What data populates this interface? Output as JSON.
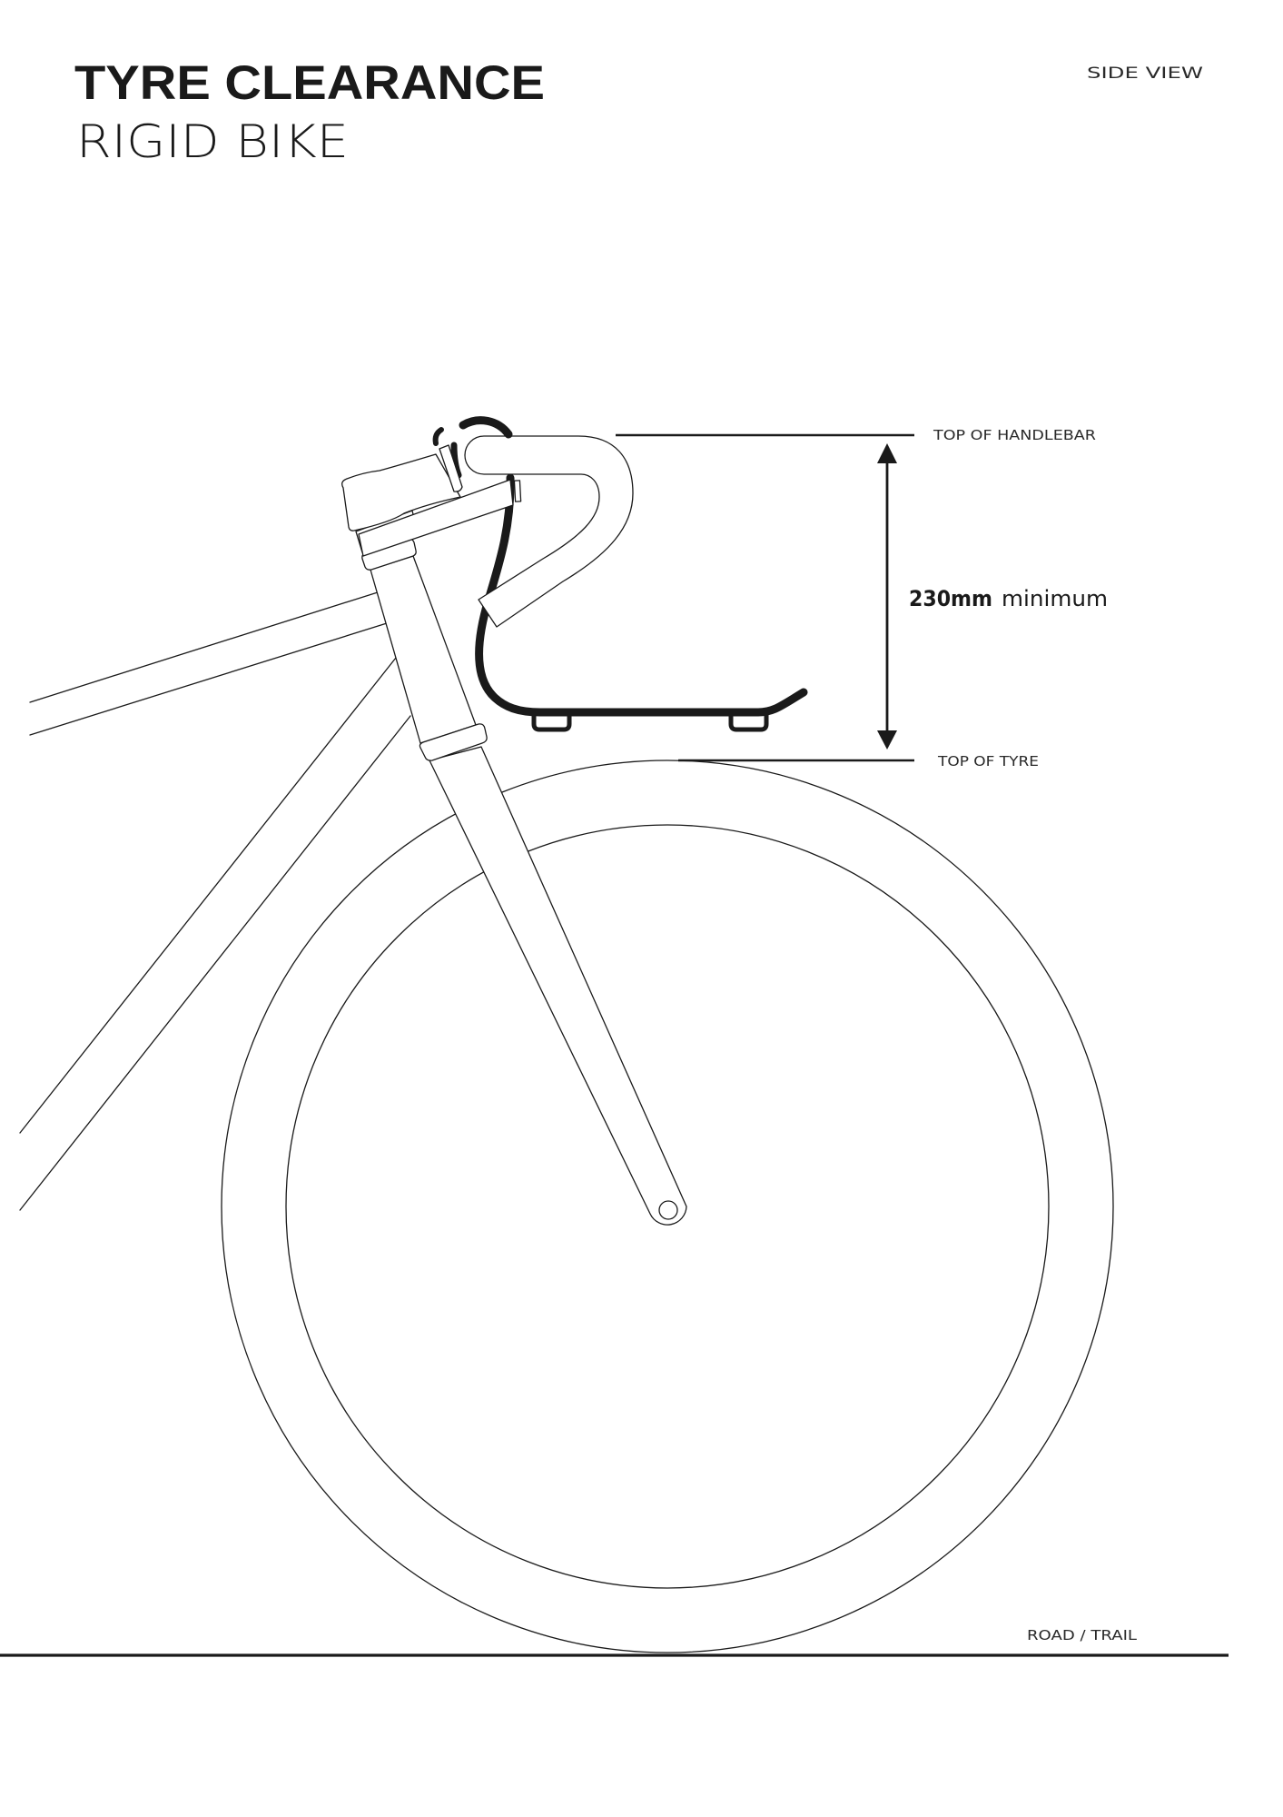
{
  "header": {
    "title": "TYRE CLEARANCE",
    "subtitle": "RIGID BIKE",
    "view_label": "SIDE VIEW"
  },
  "annotations": {
    "top_reference": "TOP OF HANDLEBAR",
    "bottom_reference": "TOP OF TYRE",
    "ground_label": "ROAD / TRAIL",
    "dimension_value": "230mm",
    "dimension_qualifier": "minimum"
  },
  "drawing": {
    "subject": "bicycle front end with drop handlebar and rigid fork",
    "line_color": "#1a1a1a",
    "background": "#ffffff",
    "dimension": {
      "value_mm": 230,
      "type": "minimum",
      "from": "top of tyre",
      "to": "top of handlebar"
    }
  }
}
